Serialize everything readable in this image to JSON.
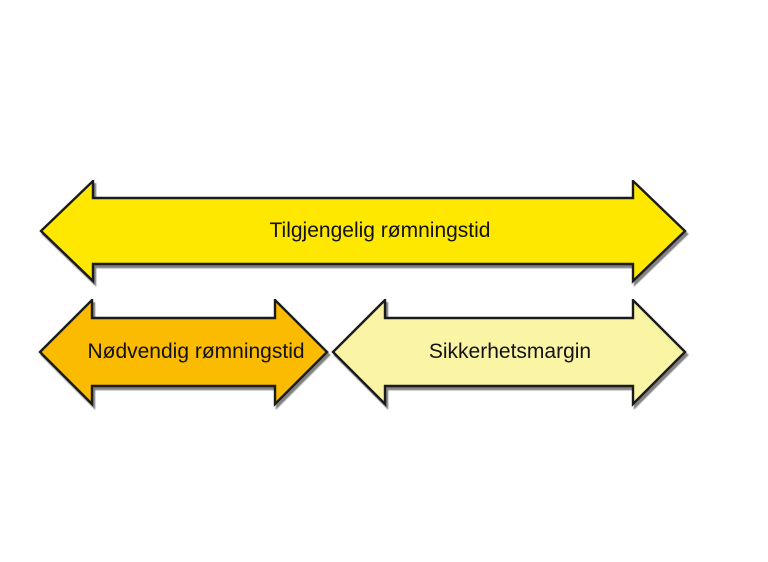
{
  "diagram": {
    "background_color": "#ffffff",
    "outline_color": "#1b1b1b",
    "shadow_color": "#6c6c6c",
    "arrows": [
      {
        "id": "available-evacuation-time",
        "label": "Tilgjengelig rømningstid",
        "color": "#ffe800"
      },
      {
        "id": "required-evacuation-time",
        "label": "Nødvendig rømningstid",
        "color": "#fabb00"
      },
      {
        "id": "safety-margin",
        "label": "Sikkerhetsmargin",
        "color": "#faf4a5"
      }
    ]
  }
}
